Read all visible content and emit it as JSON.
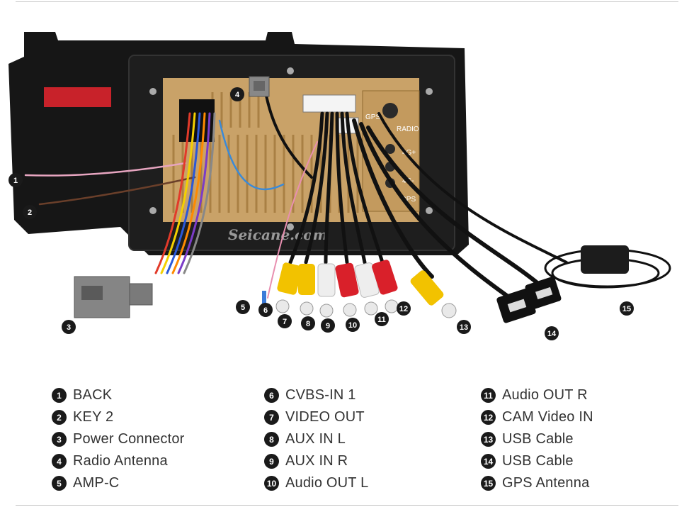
{
  "watermark": "Seicane.com",
  "port_labels": {
    "gps": "GPS",
    "radio": "RADIO",
    "p4g_plus": "4G+",
    "p4g_minus": "4G-",
    "gps2": "GPS"
  },
  "callouts": [
    "1",
    "2",
    "3",
    "4",
    "5",
    "6",
    "7",
    "8",
    "9",
    "10",
    "11",
    "12",
    "13",
    "14",
    "15"
  ],
  "legend": {
    "col1": [
      {
        "num": "1",
        "label": "BACK"
      },
      {
        "num": "2",
        "label": "KEY 2"
      },
      {
        "num": "3",
        "label": "Power Connector"
      },
      {
        "num": "4",
        "label": "Radio Antenna"
      },
      {
        "num": "5",
        "label": "AMP-C"
      }
    ],
    "col2": [
      {
        "num": "6",
        "label": "CVBS-IN 1"
      },
      {
        "num": "7",
        "label": "VIDEO OUT"
      },
      {
        "num": "8",
        "label": "AUX IN L"
      },
      {
        "num": "9",
        "label": "AUX IN R"
      },
      {
        "num": "10",
        "label": "Audio OUT L"
      }
    ],
    "col3": [
      {
        "num": "11",
        "label": "Audio OUT R"
      },
      {
        "num": "12",
        "label": "CAM Video IN"
      },
      {
        "num": "13",
        "label": "USB Cable"
      },
      {
        "num": "14",
        "label": "USB Cable"
      },
      {
        "num": "15",
        "label": "GPS Antenna"
      }
    ]
  },
  "colors": {
    "chassis": "#161616",
    "panel": "#c9a268",
    "yellow_rca": "#f2c200",
    "white_rca": "#eeeeee",
    "red_rca": "#d9202a",
    "callout_bg": "#1a1a1a"
  }
}
